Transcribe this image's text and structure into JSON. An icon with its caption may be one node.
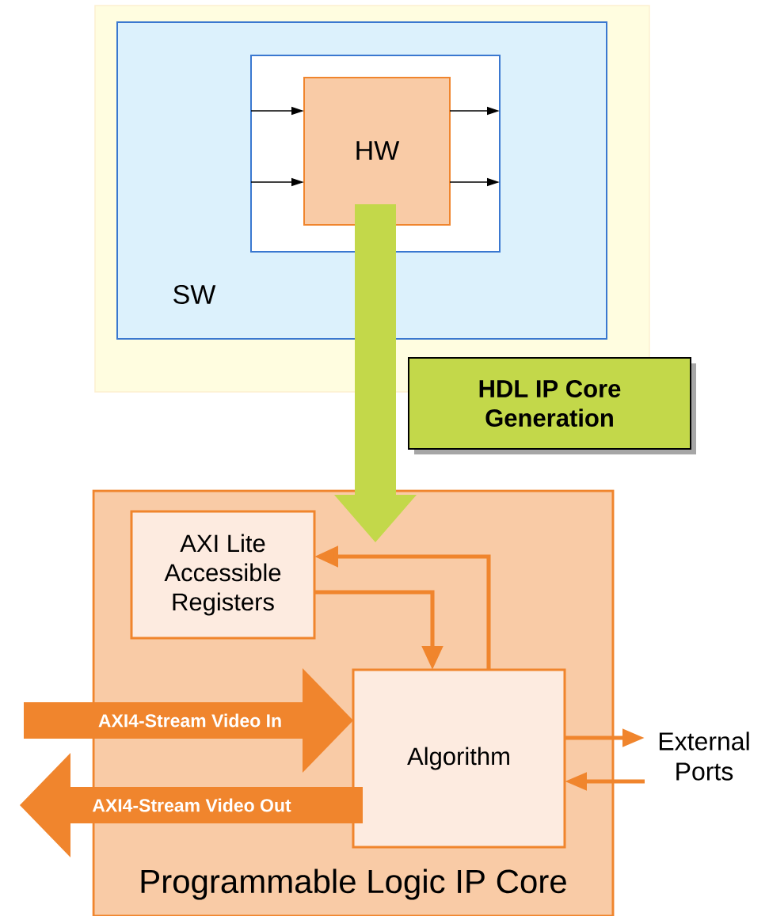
{
  "diagram": {
    "nodes": [
      {
        "text": [],
        "shape": "box"
      },
      {
        "text": [
          "SW"
        ],
        "in": 0
      },
      {
        "text": [],
        "shape": "box",
        "in": 1
      },
      {
        "text": [
          "HW"
        ],
        "in": 2
      },
      {
        "text": [
          "HDL IP Core Generation"
        ]
      },
      {
        "text": [
          "Programmable Logic IP Core"
        ]
      },
      {
        "text": [
          "AXI Lite Accessible Registers"
        ],
        "in": 5
      },
      {
        "text": [
          "Algorithm"
        ],
        "in": 5
      },
      {
        "text": [
          "External Ports"
        ]
      }
    ],
    "edges": [
      {
        "from": 2,
        "to": 3,
        "arrow": "to",
        "color": "#000000"
      },
      {
        "from": 2,
        "to": 3,
        "arrow": "to",
        "color": "#000000"
      },
      {
        "from": 3,
        "to": 2,
        "arrow": "to",
        "color": "#000000"
      },
      {
        "from": 3,
        "to": 2,
        "arrow": "to",
        "color": "#000000"
      },
      {
        "from": 3,
        "to": 5,
        "arrow": "to",
        "style": "thick",
        "color": "#c3d84a"
      },
      {
        "from": 7,
        "to": 6,
        "arrow": "to",
        "style": "thick",
        "color": "#f0852d"
      },
      {
        "from": 6,
        "to": 7,
        "arrow": "to",
        "style": "thick",
        "color": "#f0852d"
      },
      {
        "from": null,
        "to": 7,
        "arrow": "to",
        "style": "thick",
        "color": "#f0852d",
        "label": "AXI4-Stream Video In"
      },
      {
        "from": 7,
        "to": null,
        "arrow": "to",
        "style": "thick",
        "color": "#f0852d",
        "label": "AXI4-Stream Video Out"
      },
      {
        "from": 7,
        "to": 8,
        "arrow": "to",
        "style": "thick",
        "color": "#f0852d"
      },
      {
        "from": 8,
        "to": 7,
        "arrow": "to",
        "style": "thick",
        "color": "#f0852d"
      }
    ]
  }
}
